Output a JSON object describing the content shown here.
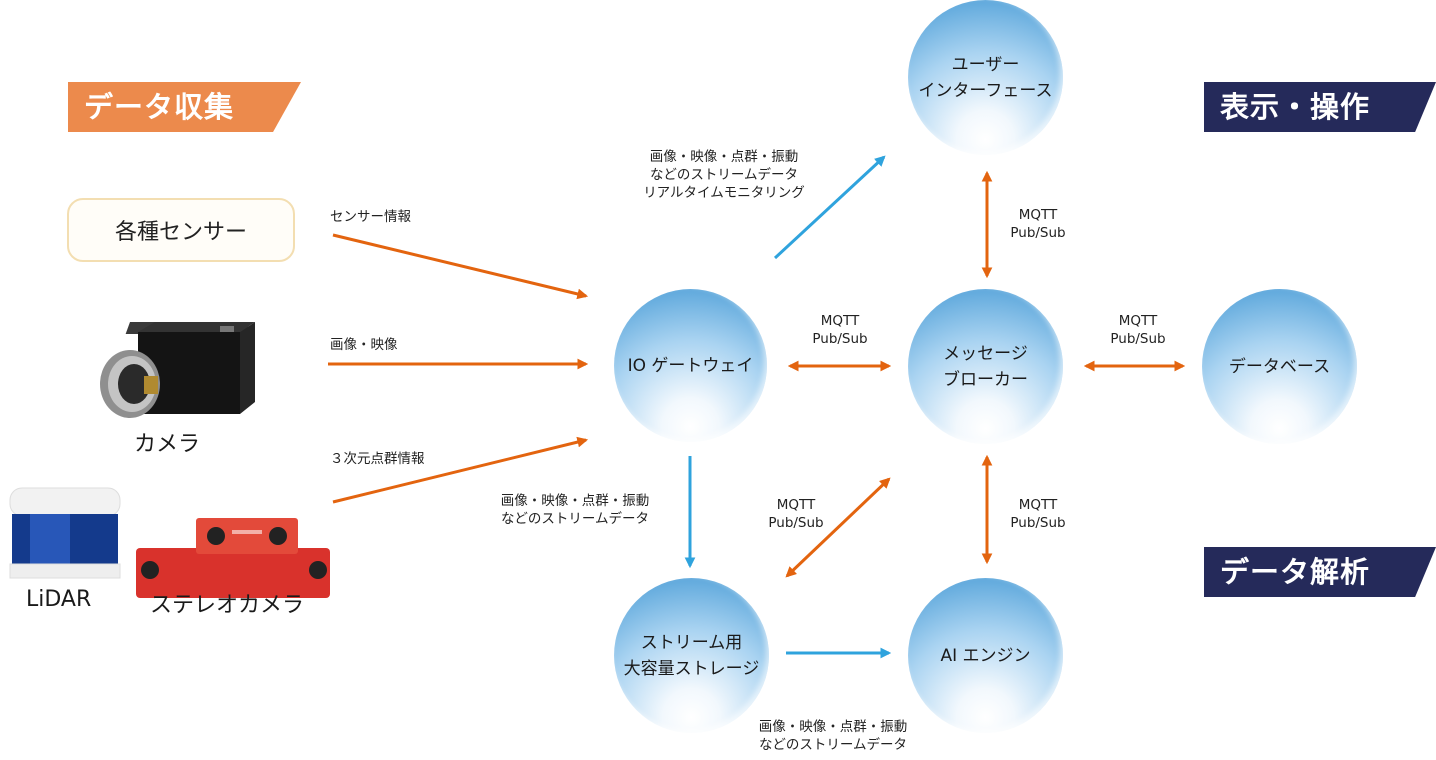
{
  "banners": {
    "collect": "データ収集",
    "display": "表示・操作",
    "analysis": "データ解析"
  },
  "devices": {
    "sensors": "各種センサー",
    "camera": "カメラ",
    "lidar": "LiDAR",
    "stereo": "ステレオカメラ"
  },
  "nodes": {
    "gateway": "IO ゲートウェイ",
    "ui": [
      "ユーザー",
      "インターフェース"
    ],
    "broker": [
      "メッセージ",
      "ブローカー"
    ],
    "db": "データベース",
    "storage": [
      "ストリーム用",
      "大容量ストレージ"
    ],
    "ai": "AI エンジン"
  },
  "edges": {
    "sensor_info": "センサー情報",
    "image_video": "画像・映像",
    "pointcloud_info": "３次元点群情報",
    "ui_stream": [
      "画像・映像・点群・振動",
      "などのストリームデータ",
      "リアルタイムモニタリング"
    ],
    "gw_storage": [
      "画像・映像・点群・振動",
      "などのストリームデータ"
    ],
    "storage_ai": [
      "画像・映像・点群・振動",
      "などのストリームデータ"
    ],
    "mqtt_gw_broker": [
      "MQTT",
      "Pub/Sub"
    ],
    "mqtt_ui_broker": [
      "MQTT",
      "Pub/Sub"
    ],
    "mqtt_broker_db": [
      "MQTT",
      "Pub/Sub"
    ],
    "mqtt_storage_broker": [
      "MQTT",
      "Pub/Sub"
    ],
    "mqtt_broker_ai": [
      "MQTT",
      "Pub/Sub"
    ]
  },
  "colors": {
    "orange_arrow": "#e3640f",
    "blue_arrow": "#2fa3dd",
    "collect_banner": "#ec8a4c",
    "navy_banner": "#252a5a"
  }
}
